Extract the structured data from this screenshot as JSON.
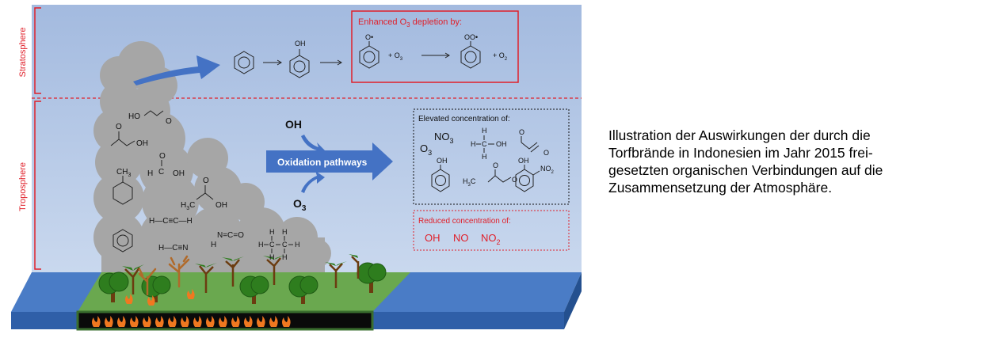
{
  "layers": {
    "stratosphere": "Stratosphere",
    "troposphere": "Troposphere"
  },
  "cloud_molecules": {
    "glycolaldehyde_ho": "HO",
    "glycolaldehyde_o": "O",
    "hydroxyacetone_o": "O",
    "hydroxyacetone_oh": "OH",
    "formic_o": "O",
    "formic_h": "H",
    "formic_c": "C",
    "formic_oh": "OH",
    "toluene_ch3": "CH",
    "toluene_sub": "3",
    "acetic_o": "O",
    "acetic_h3c": "H",
    "acetic_sub": "3",
    "acetic_c": "C",
    "acetic_oh": "OH",
    "acetylene": "H—C≡C—H",
    "hncO_h": "H",
    "hncO_rest": "N=C=O",
    "hcn": "H—C≡N",
    "ethane_h": "H",
    "ethane_c": "C"
  },
  "strato_path": {
    "phenol_oh": "OH"
  },
  "enhanced_box": {
    "title_prefix": "Enhanced O",
    "title_sub": "3",
    "title_suffix": " depletion by:",
    "phenoxy_label": "O•",
    "plus_o3_prefix": "+ O",
    "plus_o3_sub": "3",
    "peroxy_label": "OO•",
    "plus_o2_prefix": "+ O",
    "plus_o2_sub": "2"
  },
  "oxidation": {
    "oh_label": "OH",
    "arrow_label": "Oxidation pathways",
    "o3_label_prefix": "O",
    "o3_label_sub": "3"
  },
  "elevated_box": {
    "title": "Elevated concentration of:",
    "no3_prefix": "NO",
    "no3_sub": "3",
    "o3_prefix": "O",
    "o3_sub": "3",
    "methanol_h": "H",
    "methanol_c": "C",
    "methanol_oh": "OH",
    "glyoxal_o": "O",
    "phenol_oh": "OH",
    "methylglyoxal_o": "O",
    "methylglyoxal_h3c": "H",
    "methylglyoxal_sub": "3",
    "methylglyoxal_c": "C",
    "nitrophenol_oh": "OH",
    "nitrophenol_no2": "NO",
    "nitrophenol_sub": "2"
  },
  "reduced_box": {
    "title": "Reduced concentration of:",
    "oh": "OH",
    "no": "NO",
    "no2_prefix": "NO",
    "no2_sub": "2"
  },
  "caption_lines": [
    "Illustration der Auswirkungen der durch die",
    "Torfbrände in Indonesien im Jahr 2015 frei-",
    "gesetzten organischen Verbindungen auf die",
    "Zusammensetzung der Atmosphäre."
  ],
  "colors": {
    "sky_top": "#a9bfe0",
    "sky_bottom": "#c6d6ec",
    "smoke": "#a6a6a6",
    "arrow_blue": "#4472c4",
    "red": "#e0202a",
    "ground_green": "#6aa84f",
    "water_blue": "#4a7cc6"
  }
}
